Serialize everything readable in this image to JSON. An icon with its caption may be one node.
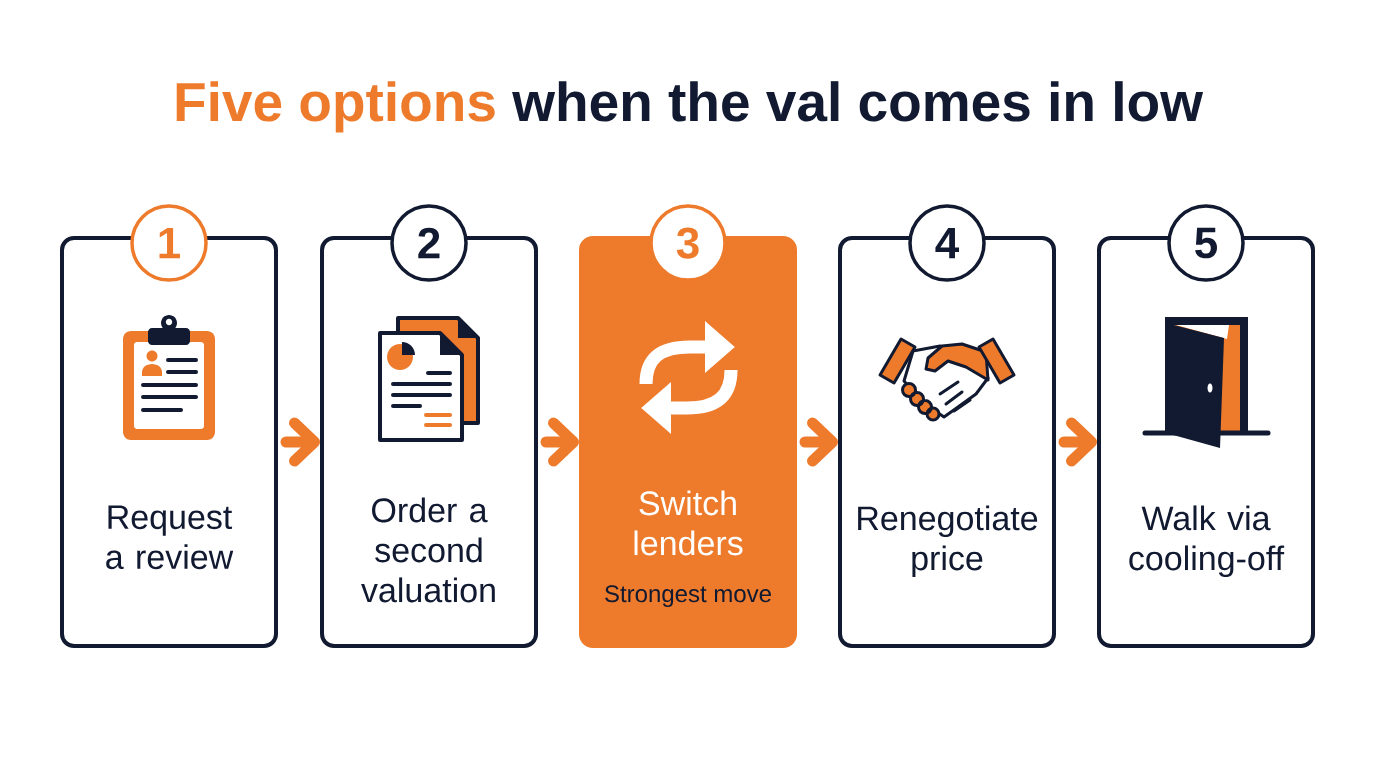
{
  "diagram": {
    "title": "Five options when the val comes in low",
    "nodes": [
      {
        "text": [
          "1"
        ]
      },
      {
        "text": [
          "Request a review"
        ]
      },
      {
        "text": [
          "2"
        ]
      },
      {
        "text": [
          "Order a second valuation"
        ]
      },
      {
        "text": [
          "3"
        ]
      },
      {
        "text": [
          "Switch lenders",
          "Strongest move"
        ]
      },
      {
        "text": [
          "4"
        ]
      },
      {
        "text": [
          "Renegotiate price"
        ]
      },
      {
        "text": [
          "5"
        ]
      },
      {
        "text": [
          "Walk via cooling-off"
        ]
      }
    ],
    "edges": [
      {
        "from": 1,
        "to": 3,
        "arrow": "to"
      },
      {
        "from": 3,
        "to": 5,
        "arrow": "to"
      },
      {
        "from": 5,
        "to": 7,
        "arrow": "to"
      },
      {
        "from": 7,
        "to": 9,
        "arrow": "to"
      }
    ]
  }
}
